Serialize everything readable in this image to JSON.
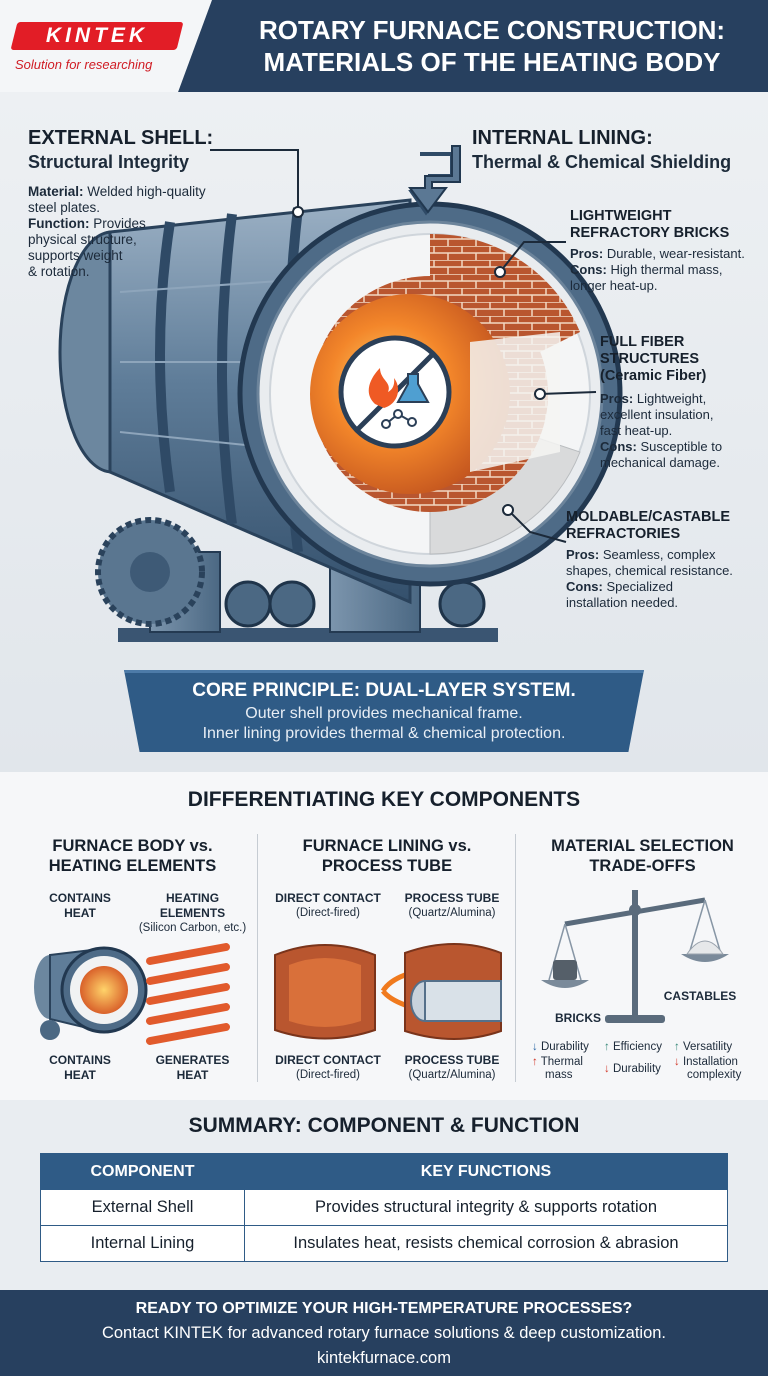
{
  "header": {
    "logo_text": "KINTEK",
    "logo_tagline": "Solution for researching",
    "title_line1": "ROTARY FURNACE CONSTRUCTION:",
    "title_line2": "MATERIALS OF THE HEATING BODY"
  },
  "external_shell": {
    "title": "EXTERNAL SHELL:",
    "subtitle": "Structural Integrity",
    "material_label": "Material:",
    "material_text": " Welded high-quality",
    "material_text2": "steel plates.",
    "function_label": "Function:",
    "function_text": " Provides",
    "function_text2": "physical structure,",
    "function_text3": "supports weight",
    "function_text4": "& rotation."
  },
  "internal_lining": {
    "title": "INTERNAL LINING:",
    "subtitle": "Thermal & Chemical Shielding"
  },
  "materials": [
    {
      "title_lines": [
        "LIGHTWEIGHT",
        "REFRACTORY BRICKS"
      ],
      "pros": " Durable, wear-resistant.",
      "cons": " High thermal mass,",
      "cons2": "longer heat-up."
    },
    {
      "title_lines": [
        "FULL FIBER",
        "STRUCTURES",
        "(Ceramic Fiber)"
      ],
      "pros": " Lightweight,",
      "pros2": "excellent insulation,",
      "pros3": "fast heat-up.",
      "cons": " Susceptible to",
      "cons2": "mechanical damage."
    },
    {
      "title_lines": [
        "MOLDABLE/CASTABLE",
        "REFRACTORIES"
      ],
      "pros": " Seamless, complex",
      "pros2": "shapes, chemical resistance.",
      "cons": " Specialized",
      "cons2": "installation needed."
    }
  ],
  "pros_label": "Pros:",
  "cons_label": "Cons:",
  "core": {
    "title": "CORE PRINCIPLE: DUAL-LAYER SYSTEM.",
    "line1": "Outer shell provides mechanical frame.",
    "line2": "Inner lining provides thermal & chemical protection."
  },
  "differentiating": {
    "title": "DIFFERENTIATING KEY COMPONENTS",
    "col1": {
      "title1": "FURNACE BODY vs.",
      "title2": "HEATING ELEMENTS",
      "a_top1": "CONTAINS",
      "a_top2": "HEAT",
      "b_top1": "HEATING",
      "b_top2": "ELEMENTS",
      "b_top3": "(Silicon Carbon, etc.)",
      "a_bot1": "CONTAINS",
      "a_bot2": "HEAT",
      "b_bot1": "GENERATES",
      "b_bot2": "HEAT"
    },
    "col2": {
      "title1": "FURNACE LINING vs.",
      "title2": "PROCESS TUBE",
      "a_top1": "DIRECT CONTACT",
      "a_top2": "(Direct-fired)",
      "b_top1": "PROCESS TUBE",
      "b_top2": "(Quartz/Alumina)",
      "a_bot1": "DIRECT CONTACT",
      "a_bot2": "(Direct-fired)",
      "b_bot1": "PROCESS TUBE",
      "b_bot2": "(Quartz/Alumina)"
    },
    "col3": {
      "title1": "MATERIAL SELECTION",
      "title2": "TRADE-OFFS",
      "left_label": "BRICKS",
      "right_label": "CASTABLES",
      "bricks_up": "Durability",
      "bricks_down1": "Thermal",
      "bricks_down2": "mass",
      "mid_up": "Efficiency",
      "mid_down": "Durability",
      "cast_up": "Versatility",
      "cast_down1": "Installation",
      "cast_down2": "complexity"
    }
  },
  "summary": {
    "title": "SUMMARY: COMPONENT & FUNCTION",
    "headers": [
      "COMPONENT",
      "KEY FUNCTIONS"
    ],
    "rows": [
      [
        "External Shell",
        "Provides structural integrity & supports rotation"
      ],
      [
        "Internal Lining",
        "Insulates heat, resists chemical corrosion & abrasion"
      ]
    ]
  },
  "footer": {
    "line1": "READY TO OPTIMIZE YOUR HIGH-TEMPERATURE PROCESSES?",
    "line2": "Contact KINTEK for advanced rotary furnace solutions & deep customization.",
    "line3": "kintekfurnace.com"
  },
  "colors": {
    "navy": "#27405f",
    "blue": "#2f5b86",
    "brand_red": "#e21d26",
    "brick": "#b5532e",
    "flame": "#f07a1e"
  },
  "icons": [
    "fire-icon",
    "flask-icon",
    "molecule-icon",
    "prohibition-icon",
    "arrow-down-icon",
    "arrow-up-icon"
  ]
}
